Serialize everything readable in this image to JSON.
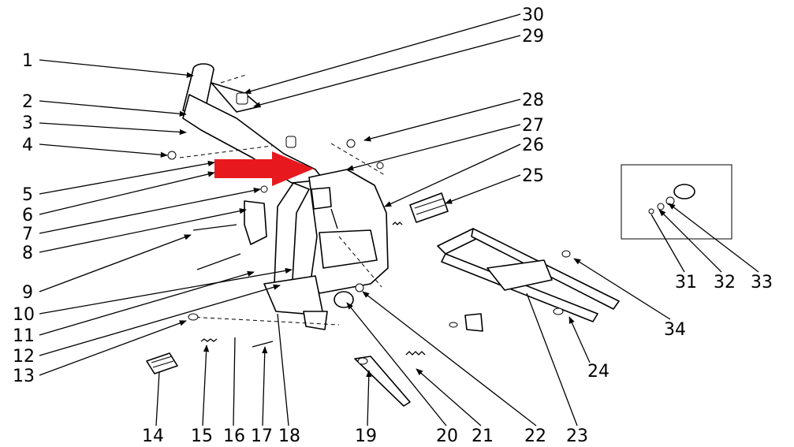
{
  "diagram": {
    "callouts": [
      "1",
      "2",
      "3",
      "4",
      "5",
      "6",
      "7",
      "8",
      "9",
      "10",
      "11",
      "12",
      "13",
      "14",
      "15",
      "16",
      "17",
      "18",
      "19",
      "20",
      "21",
      "22",
      "23",
      "24",
      "25",
      "26",
      "27",
      "28",
      "29",
      "30",
      "31",
      "32",
      "33",
      "34"
    ],
    "highlight_arrow_color": "#e8191e",
    "line_color": "#000000"
  }
}
